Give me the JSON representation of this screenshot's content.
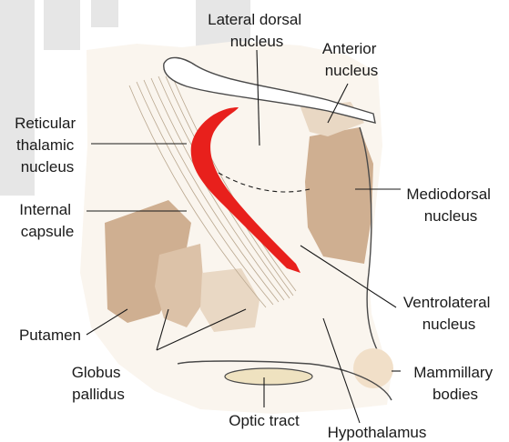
{
  "labels": {
    "lateral_dorsal": [
      "Lateral dorsal",
      "nucleus"
    ],
    "anterior": [
      "Anterior",
      "nucleus"
    ],
    "reticular": [
      "Reticular",
      "thalamic",
      "nucleus"
    ],
    "internal_capsule": [
      "Internal",
      "capsule"
    ],
    "mediodorsal": [
      "Mediodorsal",
      "nucleus"
    ],
    "ventrolateral": [
      "Ventrolateral",
      "nucleus"
    ],
    "putamen": [
      "Putamen"
    ],
    "globus_pallidus": [
      "Globus",
      "pallidus"
    ],
    "mammillary": [
      "Mammillary",
      "bodies"
    ],
    "optic_tract": [
      "Optic tract"
    ],
    "hypothalamus": [
      "Hypothalamus"
    ]
  },
  "colors": {
    "background_block": "#e6e6e6",
    "tissue": "#faf5ee",
    "tan_dark": "#cfaf91",
    "tan_mid": "#dcc2a8",
    "tan_light": "#e9d8c4",
    "reticular_red": "#e8201c",
    "outline": "#4a4a4a"
  }
}
